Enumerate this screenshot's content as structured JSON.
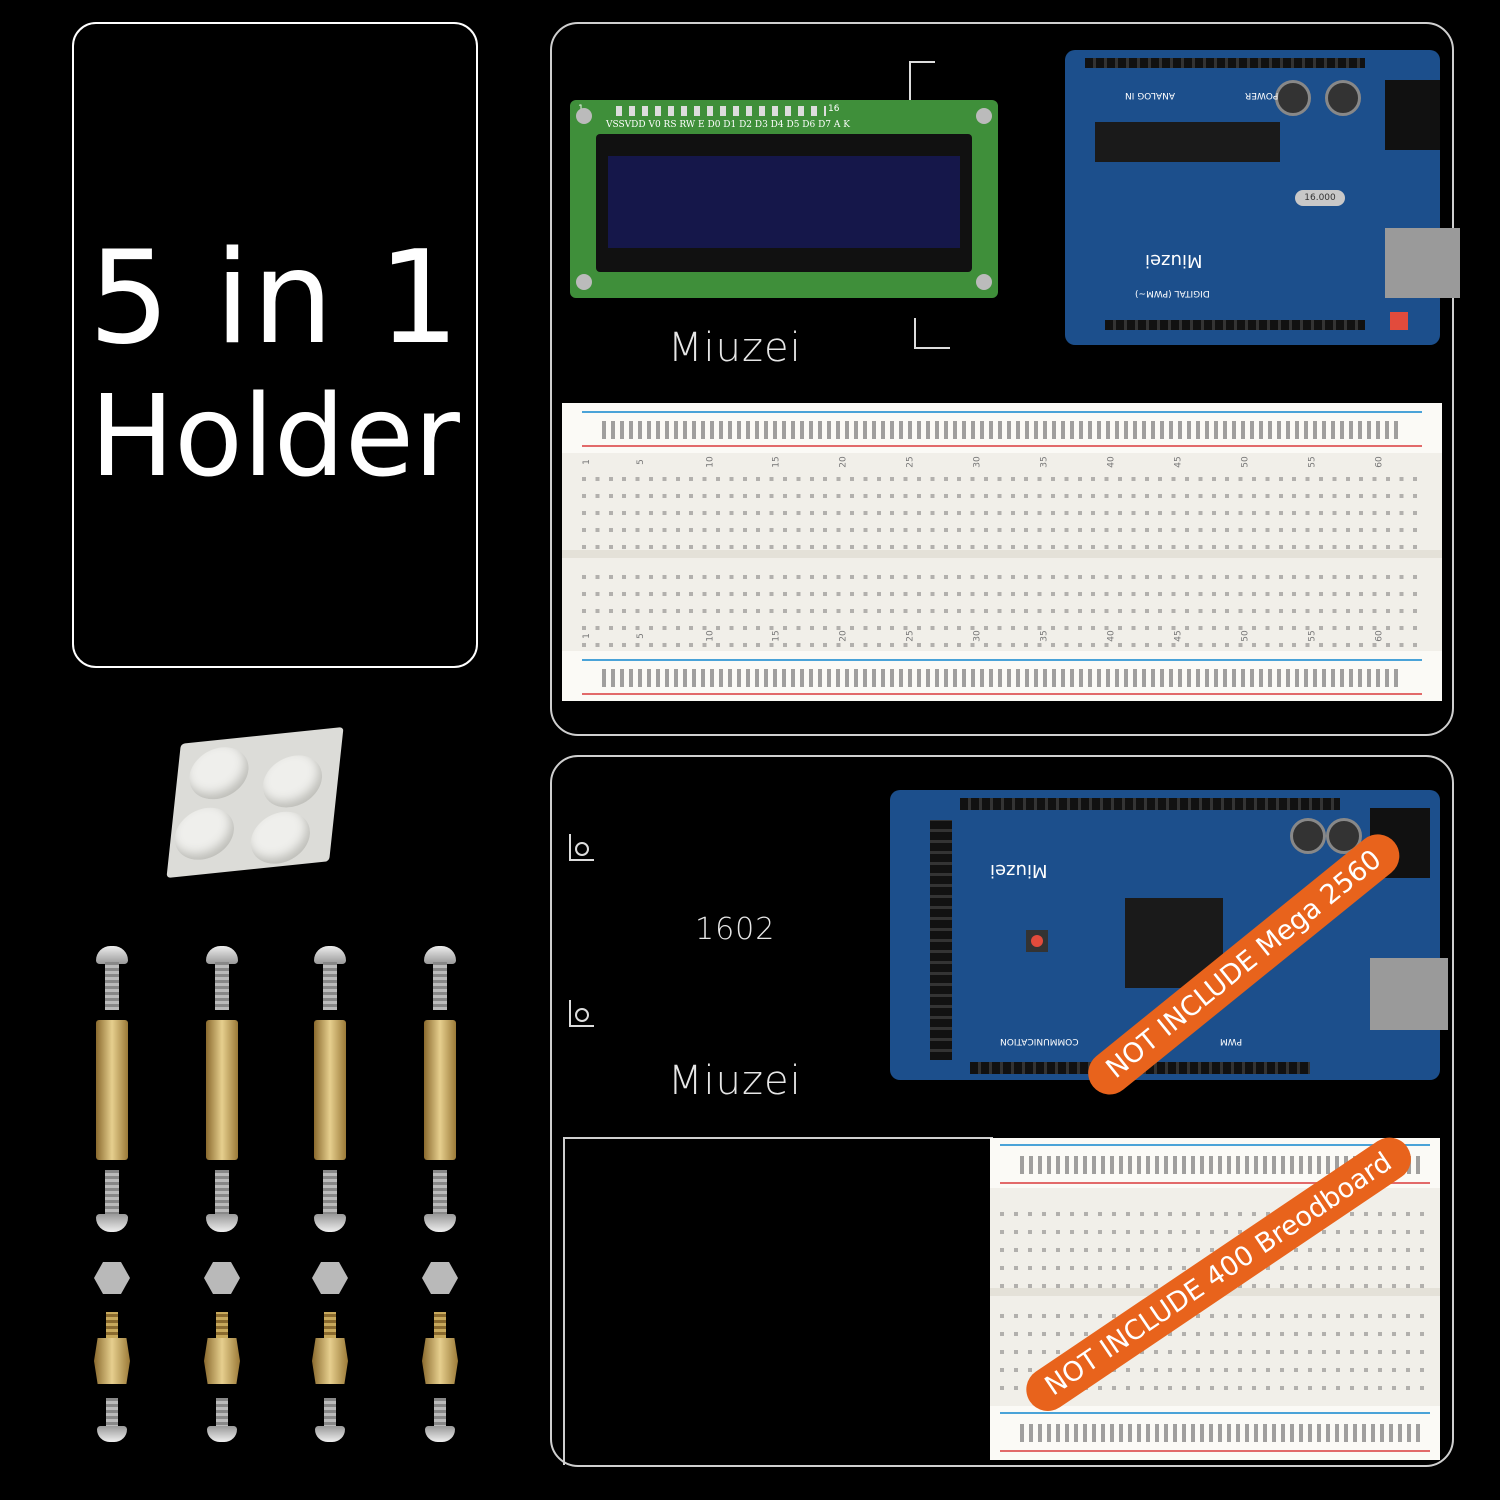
{
  "title": {
    "line1": "5 in 1",
    "line2": "Holder"
  },
  "engravings": {
    "brand": "Miuzei",
    "lcd_label": "1602"
  },
  "lcd": {
    "pin_labels": "VSSVDD V0 RS RW E D0 D1 D2 D3 D4 D5 D6 D7 A K",
    "pin_start": "1",
    "pin_end": "16"
  },
  "uno": {
    "brand": "Miuzei",
    "analog_label": "ANALOG IN",
    "power_label": "POWER",
    "digital_label": "DIGITAL (PWM~)",
    "crystal": "16.000"
  },
  "mega": {
    "brand": "Miuzei",
    "comm_label": "COMMUNICATION",
    "pwm_label": "PWM"
  },
  "notices": {
    "mega": "NOT INCLUDE Mega 2560",
    "breadboard": "NOT INCLUDE 400 Breodboard"
  },
  "breadboard_numbers": [
    "1",
    "5",
    "10",
    "15",
    "20",
    "25",
    "30",
    "35",
    "40",
    "45",
    "50",
    "55",
    "60"
  ],
  "colors": {
    "background": "#000000",
    "badge": "#e8631c",
    "board_blue": "#1c4f8c",
    "lcd_green": "#3f8f3a"
  }
}
